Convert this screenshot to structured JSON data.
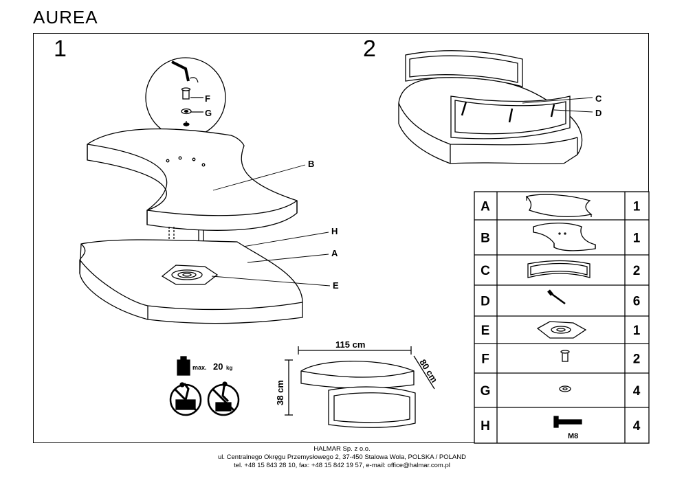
{
  "title": "AUREA",
  "steps": {
    "step1": "1",
    "step2": "2"
  },
  "callouts": {
    "F": "F",
    "G": "G",
    "B": "B",
    "H": "H",
    "A": "A",
    "E": "E",
    "C": "C",
    "D": "D"
  },
  "dimensions": {
    "width": "115 cm",
    "depth": "80 cm",
    "height": "38 cm"
  },
  "load": {
    "max_label": "max.",
    "value": "20",
    "unit": "kg"
  },
  "parts": [
    {
      "letter": "A",
      "qty": "1",
      "icon": "top-panel-icon"
    },
    {
      "letter": "B",
      "qty": "1",
      "icon": "lower-panel-icon"
    },
    {
      "letter": "C",
      "qty": "2",
      "icon": "curved-frame-icon"
    },
    {
      "letter": "D",
      "qty": "6",
      "icon": "screw-icon"
    },
    {
      "letter": "E",
      "qty": "1",
      "icon": "swivel-plate-icon"
    },
    {
      "letter": "F",
      "qty": "2",
      "icon": "sleeve-nut-icon"
    },
    {
      "letter": "G",
      "qty": "4",
      "icon": "washer-icon"
    },
    {
      "letter": "H",
      "qty": "4",
      "icon": "bolt-icon",
      "label": "M8"
    }
  ],
  "footer": {
    "company": "HALMAR Sp. z o.o.",
    "address": "ul. Centralnego Okręgu Przemysłowego 2, 37-450 Stalowa Wola, POLSKA / POLAND",
    "contact": "tel. +48 15 843 28 10, fax: +48 15 842 19 57, e-mail: office@halmar.com.pl"
  }
}
